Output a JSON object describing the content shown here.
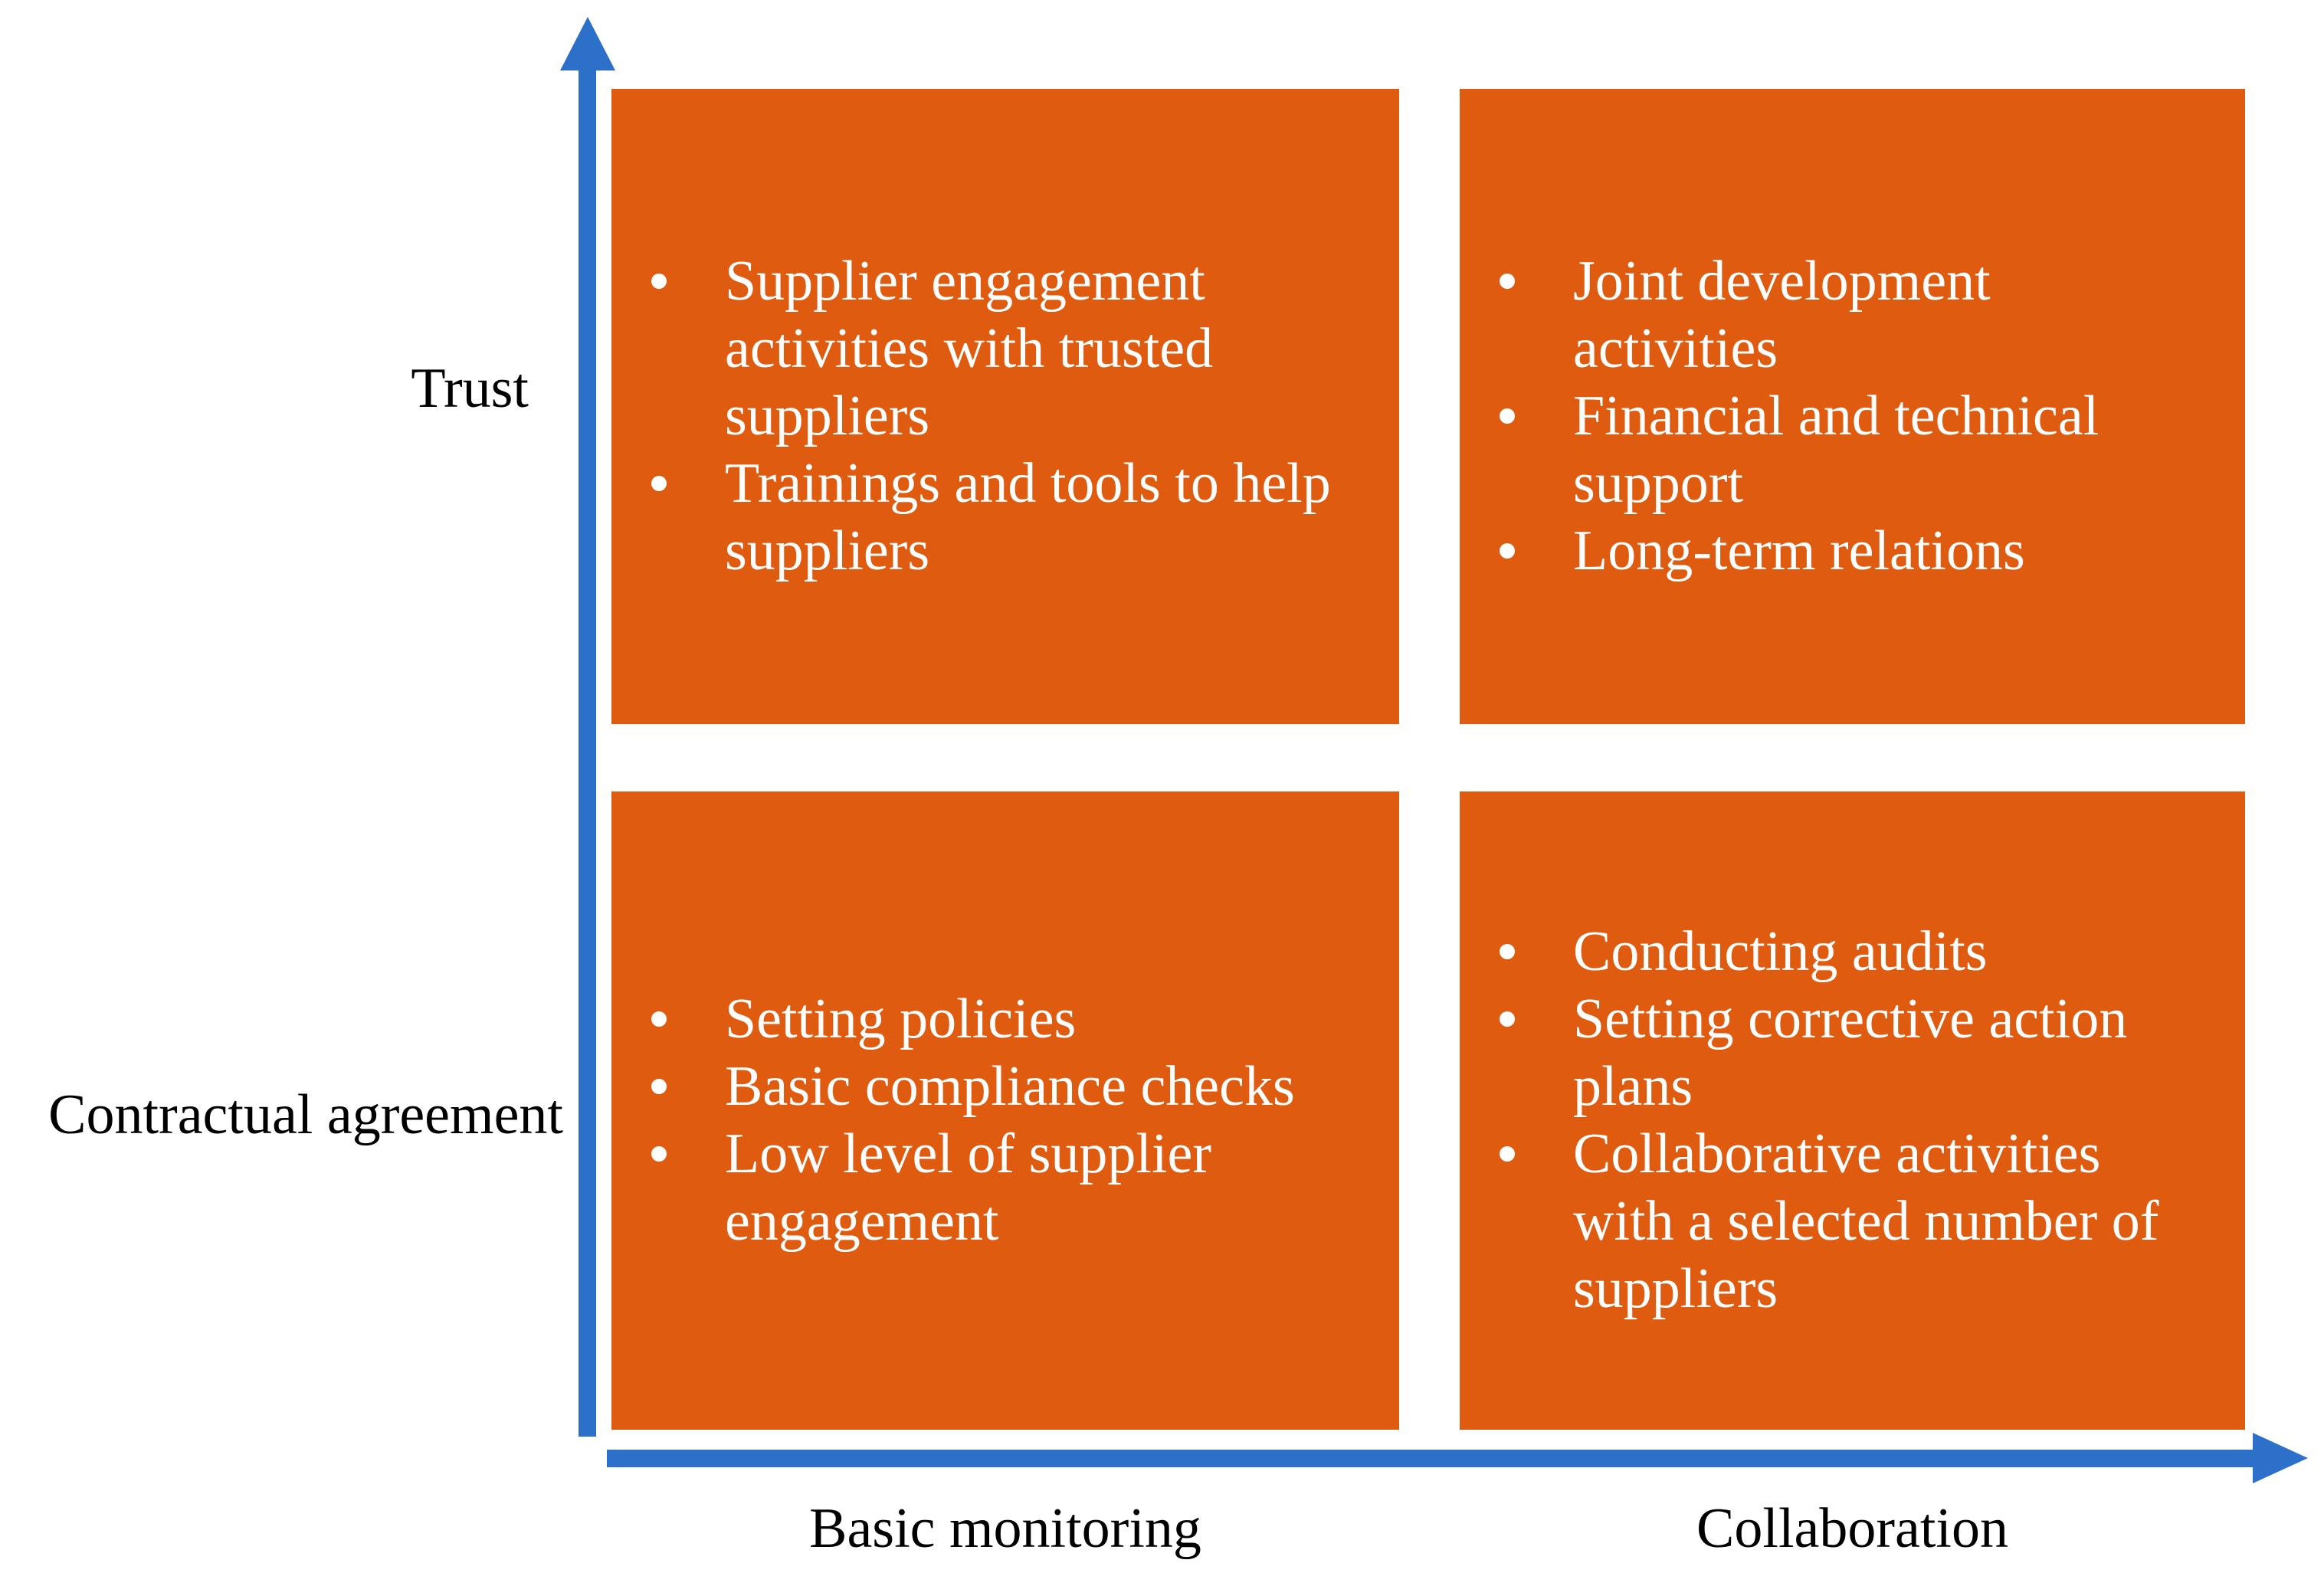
{
  "diagram": {
    "colors": {
      "box": "#DE5B0F",
      "axis": "#2C70C9",
      "box_text": "#FFFFFF",
      "label_text": "#000000"
    },
    "y_axis": {
      "top_label": "Trust",
      "bottom_label": "Contractual agreement"
    },
    "x_axis": {
      "left_label": "Basic monitoring",
      "right_label": "Collaboration"
    },
    "quadrants": {
      "top_left": {
        "items": [
          "Supplier engagement\nactivities with trusted\nsuppliers",
          "Trainings and tools to help\nsuppliers"
        ]
      },
      "top_right": {
        "items": [
          "Joint development\nactivities",
          "Financial and technical\nsupport",
          "Long-term relations"
        ]
      },
      "bottom_left": {
        "items": [
          "Setting policies",
          "Basic compliance checks",
          "Low level of supplier\nengagement"
        ]
      },
      "bottom_right": {
        "items": [
          "Conducting audits",
          "Setting corrective action\nplans",
          "Collaborative activities\nwith a selected number of\nsuppliers"
        ]
      }
    }
  }
}
